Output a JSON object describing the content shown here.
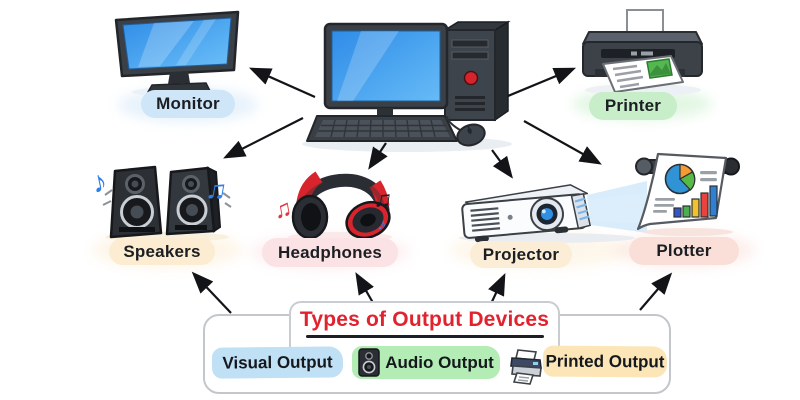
{
  "diagram": {
    "title": "Types of Output Devices",
    "title_color": "#e0232e"
  },
  "devices": [
    {
      "id": "monitor",
      "label": "Monitor",
      "pill_color": "#cfe5f8"
    },
    {
      "id": "printer",
      "label": "Printer",
      "pill_color": "#c7eec9"
    },
    {
      "id": "speakers",
      "label": "Speakers",
      "pill_color": "#fcecd2"
    },
    {
      "id": "headphones",
      "label": "Headphones",
      "pill_color": "#fbe2e5"
    },
    {
      "id": "projector",
      "label": "Projector",
      "pill_color": "#fceed6"
    },
    {
      "id": "plotter",
      "label": "Plotter",
      "pill_color": "#fadfd8"
    }
  ],
  "legend": {
    "items": [
      {
        "label": "Visual Output",
        "highlight_color": "#bfe0f5",
        "icon": "none"
      },
      {
        "label": "Audio Output",
        "highlight_color": "#b3ecb4",
        "icon": "speaker-icon"
      },
      {
        "label": "Printed Output",
        "highlight_color": "#fce6b8",
        "icon": "printer-icon"
      }
    ]
  },
  "connections": {
    "from_computer": [
      "Monitor",
      "Printer",
      "Speakers",
      "Headphones",
      "Projector",
      "Plotter"
    ],
    "from_title_box": [
      "Speakers",
      "Headphones",
      "Projector",
      "Plotter"
    ]
  },
  "icons": {
    "note_single": "♪",
    "note_double": "♫"
  },
  "note_colors": {
    "blue": "#2e7fe8",
    "red": "#e2333e",
    "black": "#16181c"
  }
}
